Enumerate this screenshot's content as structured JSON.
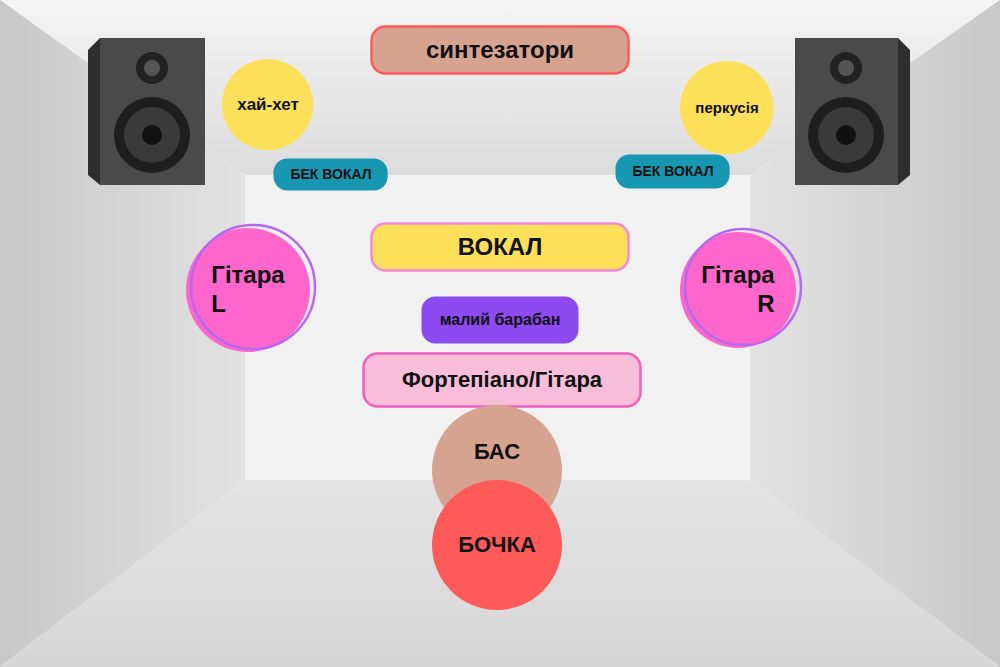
{
  "diagram": {
    "nodes": [
      {
        "text": [
          "синтезатори"
        ]
      },
      {
        "text": [
          "хай-хет"
        ]
      },
      {
        "text": [
          "перкусія"
        ]
      },
      {
        "text": [
          "БЕК ВОКАЛ"
        ]
      },
      {
        "text": [
          "БЕК ВОКАЛ"
        ]
      },
      {
        "text": [
          "ВОКАЛ"
        ]
      },
      {
        "text": [
          "Гітара L"
        ]
      },
      {
        "text": [
          "Гітара R"
        ]
      },
      {
        "text": [
          "малий барабан"
        ]
      },
      {
        "text": [
          "Фортепіано/Гітара"
        ]
      },
      {
        "text": [
          "БАС"
        ]
      },
      {
        "text": [
          "БОЧКА"
        ]
      }
    ]
  }
}
